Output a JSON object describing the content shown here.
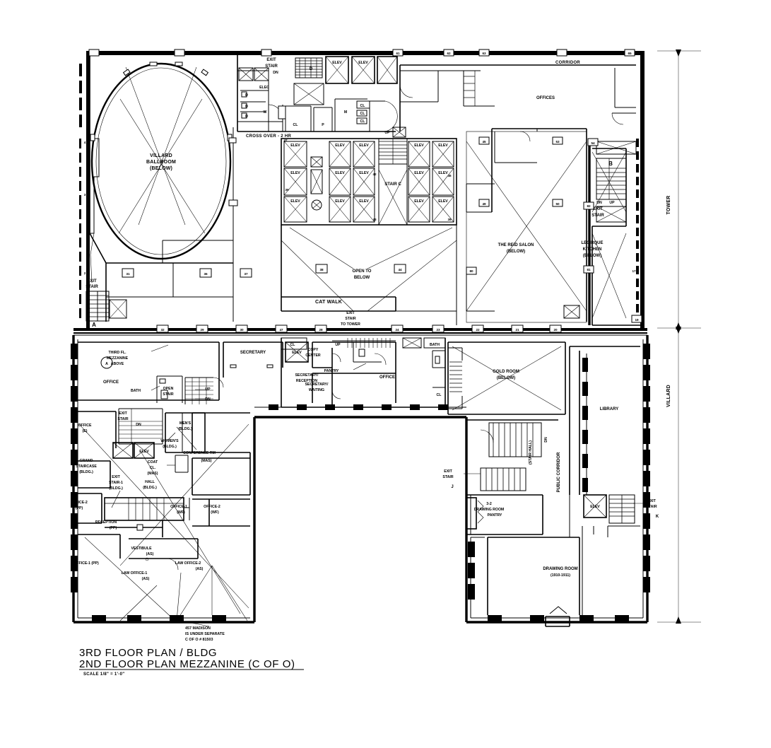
{
  "sheet": {
    "title_line1": "3RD FLOOR PLAN / BLDG",
    "title_line2": "2ND FLOOR PLAN MEZZANINE (C OF O)",
    "scale": "SCALE 1/8\" = 1'-0\"",
    "note": [
      "457 MADISON",
      "IS UNDER SEPARATE",
      "C OF O # 81503"
    ],
    "dimension": {
      "upper": "TOWER",
      "lower": "VILLARD"
    }
  },
  "rooms": {
    "ballroom": [
      "VILLARD",
      "BALLROOM",
      "(BELOW)"
    ],
    "corridor": "CORRIDOR",
    "offices": "OFFICES",
    "elec": "ELEC",
    "crossover": "CROSS OVER - 2 HR",
    "stair_c": "STAIR C",
    "exit_stair_d": [
      "EXIT",
      "STAIR",
      "DN"
    ],
    "exit_stair_d_letter": "D",
    "exit_stair_a": [
      "EXIT",
      "STAIR"
    ],
    "exit_stair_a_letter": "A",
    "exit_stair_b": [
      "DN",
      "UP",
      "EXIT",
      "STAIR"
    ],
    "exit_stair_b_letter": "B",
    "exit_stair_j": [
      "EXIT",
      "STAIR"
    ],
    "exit_stair_j_letter": "J",
    "exit_stair_k": [
      "EXIT",
      "STAIR"
    ],
    "exit_stair_k_letter": "K",
    "exit_stair_tower": [
      "EXIT",
      "STAIR",
      "TO TOWER"
    ],
    "reid_salon": [
      "THE REID SALON",
      "(BELOW)"
    ],
    "lecirque": [
      "LECIRQUE",
      "KITCHEN",
      "(BELOW)"
    ],
    "open_to_below": [
      "OPEN TO",
      "BELOW"
    ],
    "cat_walk": "CAT WALK",
    "gold_room": [
      "GOLD ROOM",
      "(BELOW)"
    ],
    "library": "LIBRARY",
    "public_corridor": "PUBLIC CORRIDOR",
    "stair_hall": "(STAIR HALL)",
    "drawing_room": [
      "DRAWING ROOM",
      "(1910-1911)"
    ],
    "drawing_room_pantry": [
      "3-2",
      "DRAWING ROOM",
      "PANTRY"
    ],
    "third_fl_mezz": [
      "THIRD FL.",
      "MEZZANINE",
      "ABOVE"
    ],
    "third_fl_mark": "A",
    "office": "OFFICE",
    "office_e": [
      "OFFICE",
      "(E)"
    ],
    "secretary": "SECRETARY",
    "secretary_waiting": [
      "SECRETARY/",
      "WAITING"
    ],
    "secretary_reception": [
      "SECRETARY/",
      "RECEPTION"
    ],
    "copy_center": [
      "COPY",
      "CENTER"
    ],
    "pantry": "PANTRY",
    "bath": "BATH",
    "bath2": "BATH",
    "open_stair": [
      "OPEN",
      "STAIR"
    ],
    "up": "UP",
    "dn": "DN",
    "up2": "UP",
    "dn2": "DN",
    "cl1": "CL",
    "cl2": "CL",
    "cl3": "CL",
    "cl_w": "CL",
    "p": "P",
    "w": "W",
    "m": "M",
    "mens": [
      "MEN'S",
      "(BLDG.)"
    ],
    "womens": [
      "WOMEN'S",
      "(BLDG.)"
    ],
    "coat_cl": [
      "COAT",
      "CL.",
      "(MAS)"
    ],
    "conference": [
      "CONFERENCE RM",
      "(MAS)"
    ],
    "grand_staircase": [
      "GRAND",
      "STAIRCASE",
      "(BLDG.)"
    ],
    "exit_stair_1": [
      "EXIT",
      "STAIR-1",
      "(BLDG.)"
    ],
    "hall_bldg": [
      "HALL",
      "(BLDG.)"
    ],
    "office1_wf": [
      "OFFICE-1",
      "(WF)"
    ],
    "office2_wf": [
      "OFFICE-2",
      "(WF)"
    ],
    "office2_pp": [
      "OFFICE-2",
      "(PP)"
    ],
    "reception_pp": [
      "RECEPTION",
      "(PP)"
    ],
    "office1_pp": "OFFICE-1 (PP)",
    "vestibule": [
      "VESTIBULE",
      "(AS)"
    ],
    "law_office1": [
      "LAW OFFICE-1",
      "(AS)"
    ],
    "law_office2": [
      "LAW OFFICE-2",
      "(AS)"
    ],
    "elev_right": "ELEV",
    "elev_left": "ELEV",
    "elev_sec": "ELEV"
  },
  "elevators": {
    "label": "ELEV",
    "top_row": [
      "ELEV",
      "ELEV"
    ],
    "bank_label": "ELEV"
  },
  "door_tags": {
    "left_col": [
      "4",
      "3",
      "2"
    ],
    "upper": [
      "61",
      "62",
      "63",
      "65",
      "45",
      "53",
      "54",
      "55",
      "17",
      "19"
    ],
    "mid": [
      "31",
      "36",
      "37",
      "38",
      "44",
      "80",
      "81",
      "82",
      "52"
    ],
    "bottom": [
      "32",
      "29",
      "30",
      "47",
      "26",
      "28",
      "24",
      "23",
      "22",
      "21",
      "20"
    ],
    "elev_bank": [
      "47",
      "42",
      "46",
      "43",
      "39",
      "49",
      "50"
    ]
  },
  "colors": {
    "ink": "#000000",
    "paper": "#ffffff"
  }
}
